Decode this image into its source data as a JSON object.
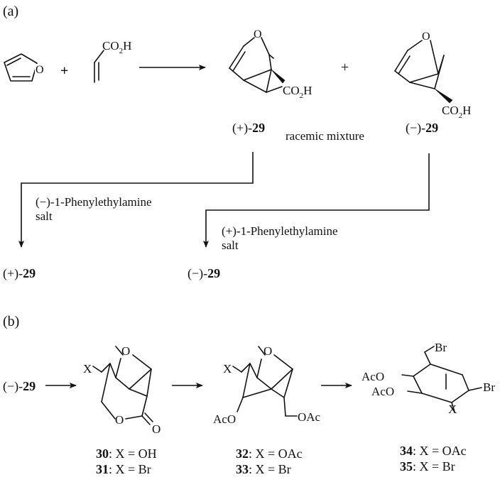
{
  "panel_a": {
    "label": "(a)",
    "plus1": "+",
    "plus2": "+",
    "furan_o": "O",
    "acrylic_co2h": "CO2H",
    "p1": {
      "o": "O",
      "co2h": "CO2H",
      "prefix": "(+)-",
      "num": "29"
    },
    "racemic_mixture": "racemic mixture",
    "p2": {
      "o": "O",
      "co2h": "CO2H",
      "prefix": "(−)-",
      "num": "29"
    },
    "resolution_left": {
      "line1": "(−)-1-Phenylethylamine",
      "line2": "salt"
    },
    "resolution_right": {
      "line1": "(+)-1-Phenylethylamine",
      "line2": "salt"
    },
    "result_left": {
      "prefix": "(+)-",
      "num": "29"
    },
    "result_right": {
      "prefix": "(−)-",
      "num": "29"
    }
  },
  "panel_b": {
    "label": "(b)",
    "start": {
      "prefix": "(−)-",
      "num": "29"
    },
    "c30": {
      "x": "X",
      "o_bridge": "O",
      "o_ring": "O",
      "o_carbonyl": "O",
      "cap1_num": "30",
      "cap1_text": ": X = OH",
      "cap2_num": "31",
      "cap2_text": ": X = Br"
    },
    "c32": {
      "x": "X",
      "o_bridge": "O",
      "oac": "AcO",
      "ch2oac": "OAc",
      "cap1_num": "32",
      "cap1_text": ": X = OAc",
      "cap2_num": "33",
      "cap2_text": ": X = Br"
    },
    "c34": {
      "br_top": "Br",
      "br_right": "Br",
      "aco1": "AcO",
      "aco2": "AcO",
      "x": "X",
      "cap1_num": "34",
      "cap1_text": ": X = OAc",
      "cap2_num": "35",
      "cap2_text": ": X = Br"
    }
  }
}
